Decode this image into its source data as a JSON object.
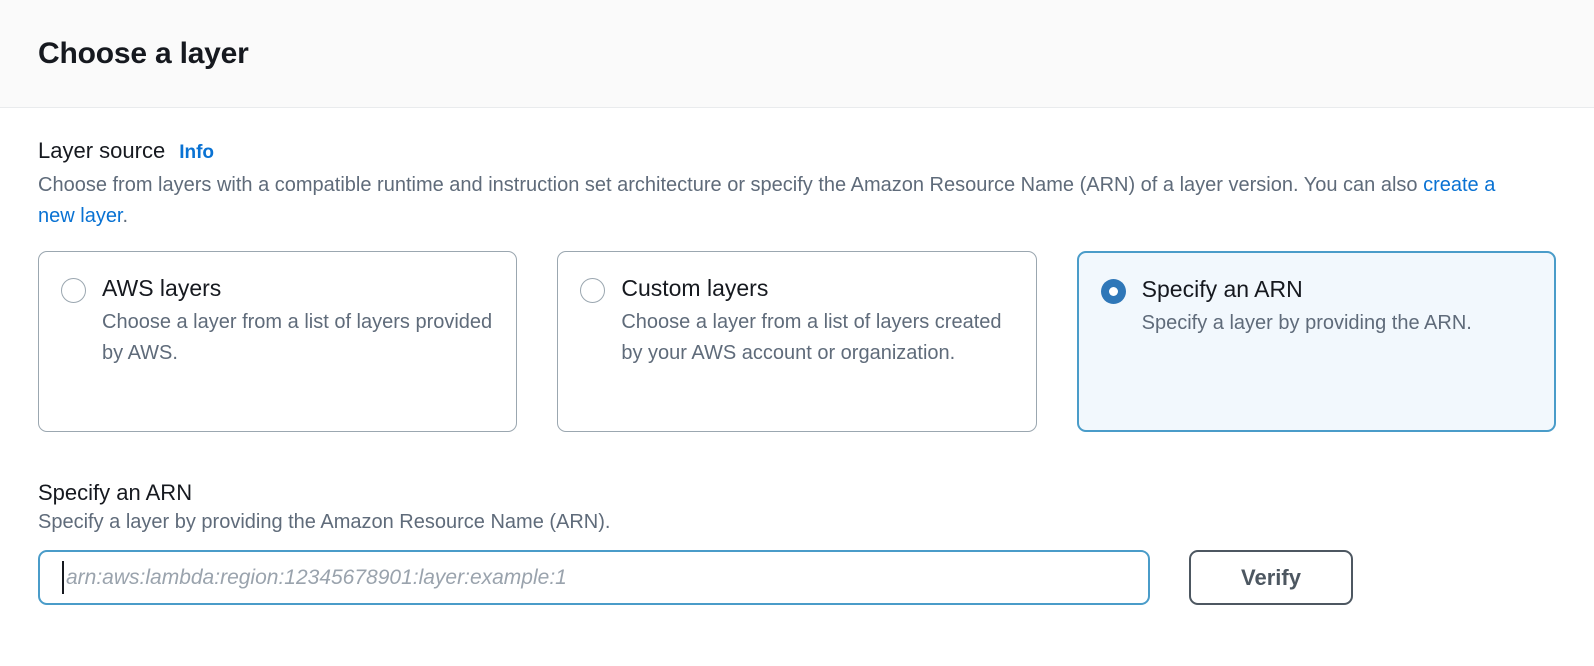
{
  "header": {
    "title": "Choose a layer"
  },
  "layer_source": {
    "label": "Layer source",
    "info_link": "Info",
    "description_part1": "Choose from layers with a compatible runtime and instruction set architecture or specify the Amazon Resource Name (ARN) of a layer version. You can also ",
    "description_link": "create a new layer",
    "description_part2": ".",
    "options": [
      {
        "title": "AWS layers",
        "description": "Choose a layer from a list of layers provided by AWS.",
        "selected": false
      },
      {
        "title": "Custom layers",
        "description": "Choose a layer from a list of layers created by your AWS account or organization.",
        "selected": false
      },
      {
        "title": "Specify an ARN",
        "description": "Specify a layer by providing the ARN.",
        "selected": true
      }
    ]
  },
  "arn_section": {
    "heading": "Specify an ARN",
    "subtext": "Specify a layer by providing the Amazon Resource Name (ARN).",
    "input_placeholder": "arn:aws:lambda:region:12345678901:layer:example:1",
    "input_value": "",
    "verify_label": "Verify"
  },
  "colors": {
    "link_blue": "#0972d3",
    "selected_border": "#4a9cc9",
    "selected_fill": "#f2f8fd",
    "radio_blue": "#2f77b8",
    "text_dark": "#16191f",
    "text_muted": "#5f6b7a",
    "button_border": "#4d5761"
  }
}
